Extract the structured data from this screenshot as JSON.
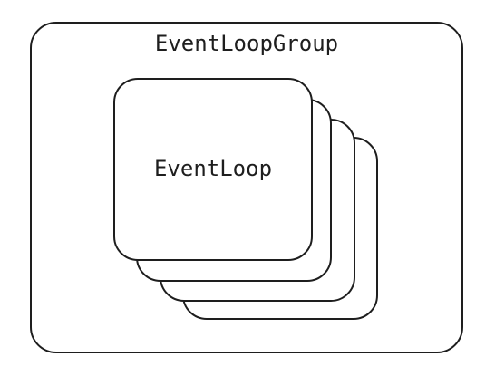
{
  "group": {
    "label": "EventLoopGroup"
  },
  "event_loop": {
    "label": "EventLoop",
    "stack_count": 4
  },
  "colors": {
    "stroke": "#1e1e1e",
    "fill": "#ffffff"
  }
}
